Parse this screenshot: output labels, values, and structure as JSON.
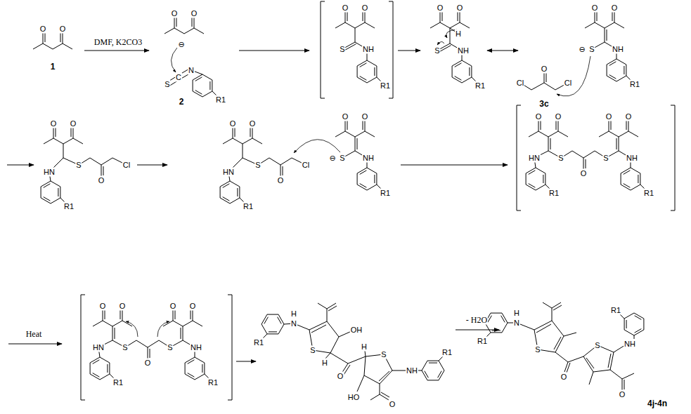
{
  "diagram": {
    "labels": [
      "O",
      "O",
      "1",
      "DMF, K2CO3",
      "O",
      "O",
      "⊖",
      "S",
      "C",
      "N",
      "R1",
      "2",
      "O",
      "O",
      "S",
      "NH",
      "R1",
      "O",
      "O",
      "H",
      "S",
      "NH",
      "R1",
      "O",
      "O",
      "⊖",
      "S",
      "NH",
      "R1",
      "Cl",
      "O",
      "Cl",
      "3c",
      "O",
      "O",
      "HN",
      "R1",
      "S",
      "O",
      "Cl",
      "O",
      "O",
      "HN",
      "R1",
      "S",
      "O",
      "Cl",
      "O",
      "O",
      "⊖",
      "S",
      "NH",
      "R1",
      "O",
      "O",
      "HN",
      "R1",
      "S",
      "O",
      "S",
      "O",
      "O",
      "NH",
      "R1",
      "Heat",
      "O",
      "O",
      "HN",
      "R1",
      "S",
      "O",
      "S",
      "O",
      "O",
      "NH",
      "R1",
      "R1",
      "H",
      "N",
      "S",
      "OH",
      "H",
      "H",
      "O",
      "S",
      "NH",
      "R1",
      "HO",
      "O",
      "- H2O",
      "R1",
      "H",
      "N",
      "S",
      "O",
      "NH",
      "R1",
      "S",
      "O",
      "4j-4n"
    ]
  }
}
